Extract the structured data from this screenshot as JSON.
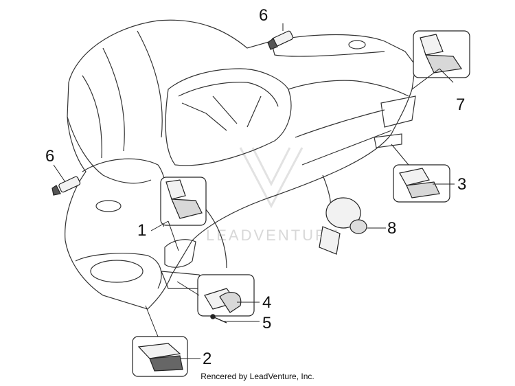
{
  "callouts": {
    "c1": "1",
    "c2": "2",
    "c3": "3",
    "c4": "4",
    "c5": "5",
    "c6a": "6",
    "c6b": "6",
    "c7": "7",
    "c8": "8"
  },
  "watermark": "LEADVENTURE",
  "footer": "Rencered by LeadVenture, Inc."
}
